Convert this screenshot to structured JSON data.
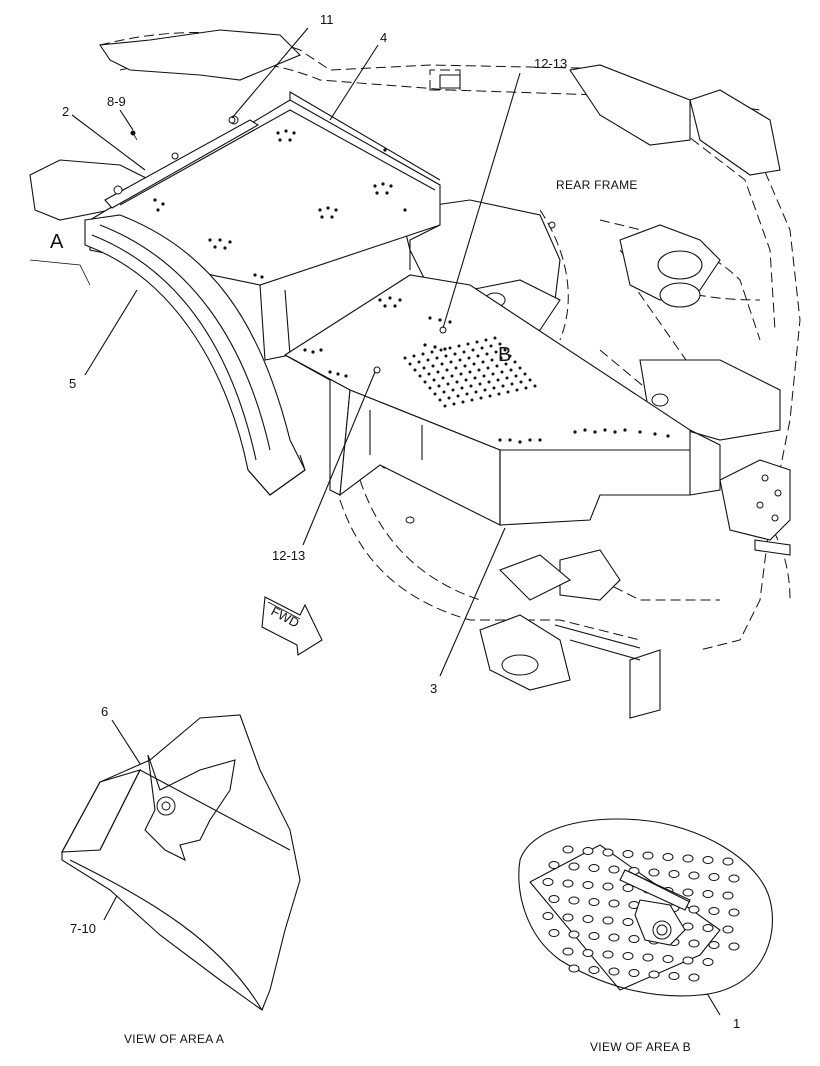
{
  "callouts": {
    "c11": "11",
    "c4": "4",
    "c2": "2",
    "c8_9": "8-9",
    "c12_13_top": "12-13",
    "c12_13_bottom": "12-13",
    "c5": "5",
    "c3": "3",
    "c6": "6",
    "c7_10": "7-10",
    "c1": "1"
  },
  "area_markers": {
    "a": "A",
    "b": "B"
  },
  "labels": {
    "rear_frame": "REAR FRAME",
    "fwd": "FWD",
    "view_a": "VIEW OF AREA  A",
    "view_b": "VIEW OF AREA  B"
  },
  "icons": {
    "fwd_arrow": "forward-direction-arrow-icon"
  }
}
